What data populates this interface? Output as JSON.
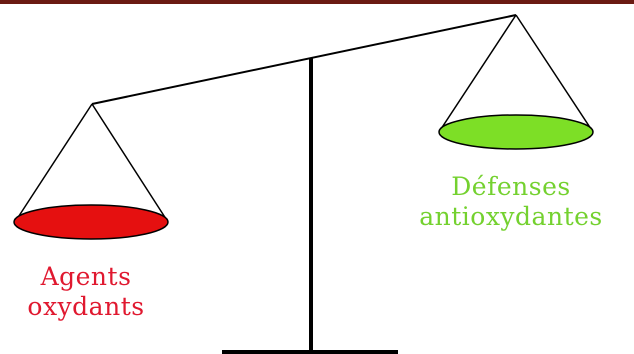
{
  "colors": {
    "top_rule": "#6b1a12",
    "structure": "#000000",
    "oxidant": "#e51010",
    "antioxidant": "#7ddf26",
    "oxidant_text": "#e0182f",
    "antioxidant_text": "#74d12f"
  },
  "labels": {
    "left_line1": "Agents",
    "left_line2": "oxydants",
    "right_line1": "Défenses",
    "right_line2": "antioxydantes"
  }
}
